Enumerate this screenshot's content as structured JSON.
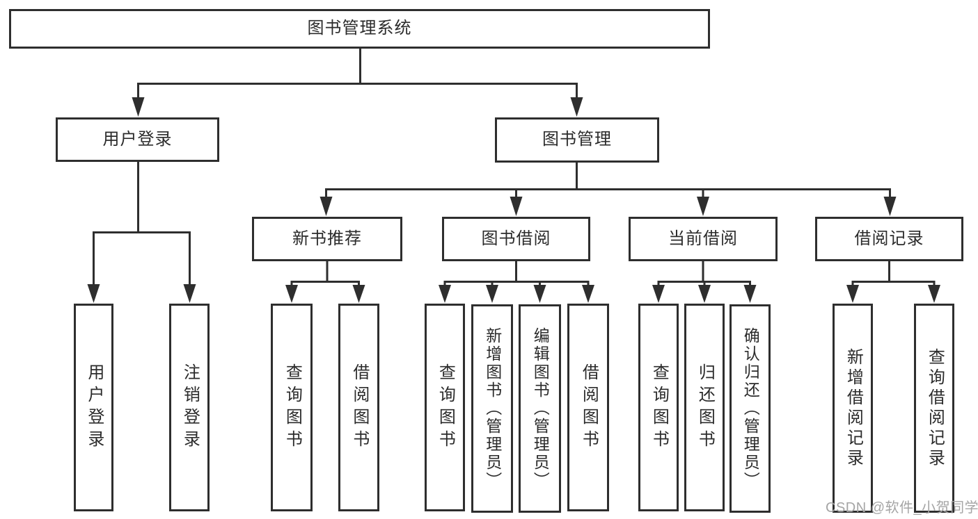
{
  "diagram": {
    "title": "图书管理系统",
    "nodes": {
      "root": {
        "label": "图书管理系统"
      },
      "level2": [
        {
          "label": "用户登录"
        },
        {
          "label": "图书管理"
        }
      ],
      "level3": [
        {
          "label": "新书推荐",
          "parent": "图书管理"
        },
        {
          "label": "图书借阅",
          "parent": "图书管理"
        },
        {
          "label": "当前借阅",
          "parent": "图书管理"
        },
        {
          "label": "借阅记录",
          "parent": "图书管理"
        }
      ],
      "leaves": [
        {
          "label": "用户登录",
          "parent": "用户登录"
        },
        {
          "label": "注销登录",
          "parent": "用户登录"
        },
        {
          "label": "查询图书",
          "parent": "新书推荐"
        },
        {
          "label": "借阅图书",
          "parent": "新书推荐"
        },
        {
          "label": "查询图书",
          "parent": "图书借阅"
        },
        {
          "label": "新增图书（管理员）",
          "parent": "图书借阅"
        },
        {
          "label": "编辑图书（管理员）",
          "parent": "图书借阅"
        },
        {
          "label": "借阅图书",
          "parent": "图书借阅"
        },
        {
          "label": "查询图书",
          "parent": "当前借阅"
        },
        {
          "label": "归还图书",
          "parent": "当前借阅"
        },
        {
          "label": "确认归还（管理员）",
          "parent": "当前借阅"
        },
        {
          "label": "新增借阅记录",
          "parent": "借阅记录"
        },
        {
          "label": "查询借阅记录",
          "parent": "借阅记录"
        }
      ]
    },
    "watermark": {
      "text": "CSDN @软件_小贺同学"
    },
    "colors": {
      "line": "#2e2e2e",
      "text": "#2b2b2b",
      "watermark": "#a5a5a5",
      "background": "#ffffff"
    }
  }
}
